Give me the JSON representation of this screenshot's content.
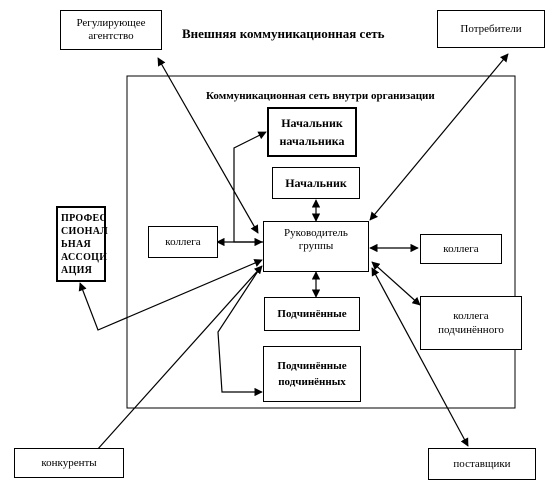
{
  "title_external": "Внешняя коммуникационная сеть",
  "title_internal": "Коммуникационная сеть внутри организации",
  "nodes": {
    "regulator": "Регулирующее\nагентство",
    "consumers": "Потребители",
    "boss_of_boss": "Начальник\nначальника",
    "boss": "Начальник",
    "group_leader": "Руководитель\nгруппы",
    "colleague_left": "коллега",
    "colleague_right": "коллега",
    "professional_association": "ПРОФЕС\nСИОНАЛ\nЬНАЯ\nАССОЦИ\nАЦИЯ",
    "subordinates": "Подчинённые",
    "colleague_of_subordinate": "коллега\nподчинённого",
    "subordinates_of_subordinates": "Подчинённые\nподчинённых",
    "competitors": "конкуренты",
    "suppliers": "поставщики"
  }
}
